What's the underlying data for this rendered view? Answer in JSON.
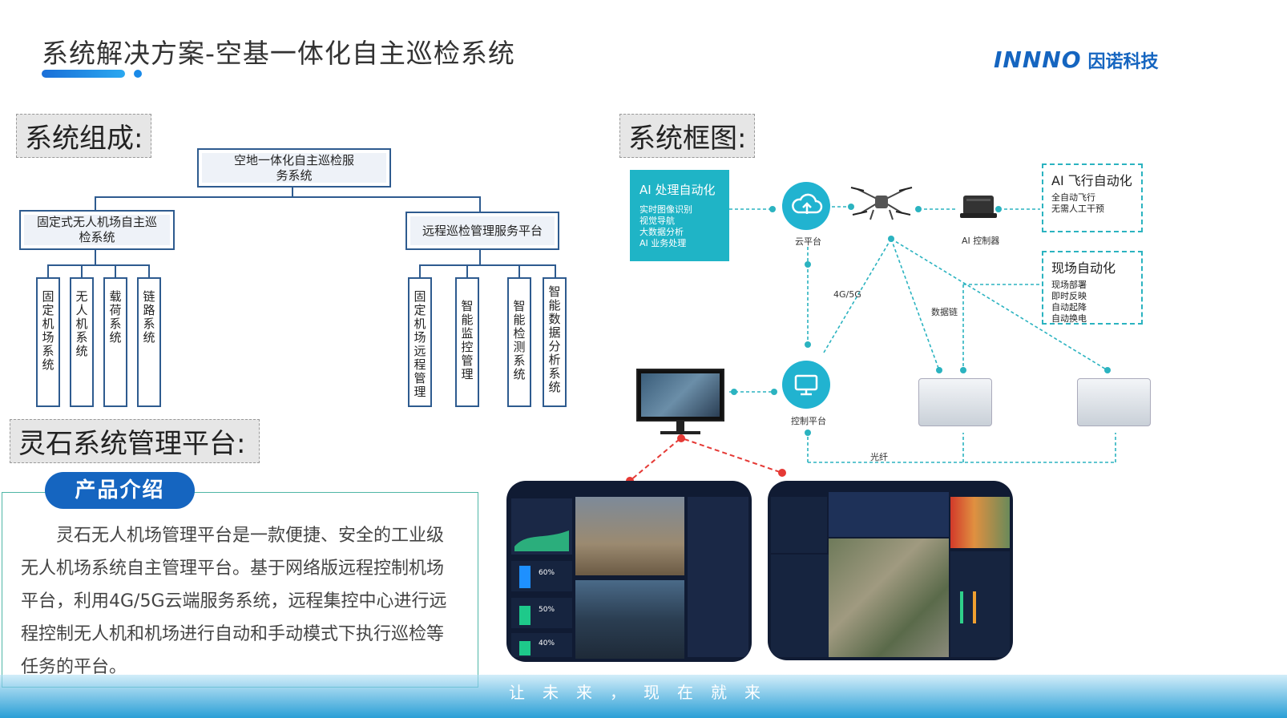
{
  "header": {
    "title": "系统解决方案-空基一体化自主巡检系统",
    "logo_en": "INNNO",
    "logo_cn": "因诺科技"
  },
  "composition": {
    "section_label": "系统组成:",
    "root": "空地一体化自主巡检服务系统",
    "left_branch": "固定式无人机场自主巡检系统",
    "right_branch": "远程巡检管理服务平台",
    "left_leaves": [
      "固定机场系统",
      "无人机系统",
      "载荷系统",
      "链路系统"
    ],
    "right_leaves": [
      "固定机场远程管理",
      "智能监控管理",
      "智能检测系统",
      "智能数据分析系统"
    ]
  },
  "platform": {
    "section_label": "灵石系统管理平台:",
    "pill": "产品介绍",
    "intro": "灵石无人机场管理平台是一款便捷、安全的工业级无人机场系统自主管理平台。基于网络版远程控制机场平台，利用4G/5G云端服务系统，远程集控中心进行远程控制无人机和机场进行自动和手动模式下执行巡检等任务的平台。"
  },
  "framework": {
    "section_label": "系统框图:",
    "ai_processing": {
      "title": "AI 处理自动化",
      "items": [
        "实时图像识别",
        "视觉导航",
        "大数据分析",
        "AI 业务处理"
      ]
    },
    "cloud_label": "云平台",
    "ai_controller_label": "AI 控制器",
    "ai_flight": {
      "title": "AI 飞行自动化",
      "items": [
        "全自动飞行",
        "无需人工干预"
      ]
    },
    "onsite": {
      "title": "现场自动化",
      "items": [
        "现场部署",
        "即时反映",
        "自动起降",
        "自动换电"
      ]
    },
    "link_4g5g": "4G/5G",
    "link_data": "数据链",
    "control_label": "控制平台",
    "fiber": "光纤"
  },
  "screens": {
    "left_pcts": [
      "60%",
      "50%",
      "40%"
    ]
  },
  "footer": {
    "slogan": "让未来，现在就来"
  },
  "colors": {
    "brand": "#1565c0",
    "teal": "#1fb4c6",
    "tree_line": "#2e5b8f"
  }
}
